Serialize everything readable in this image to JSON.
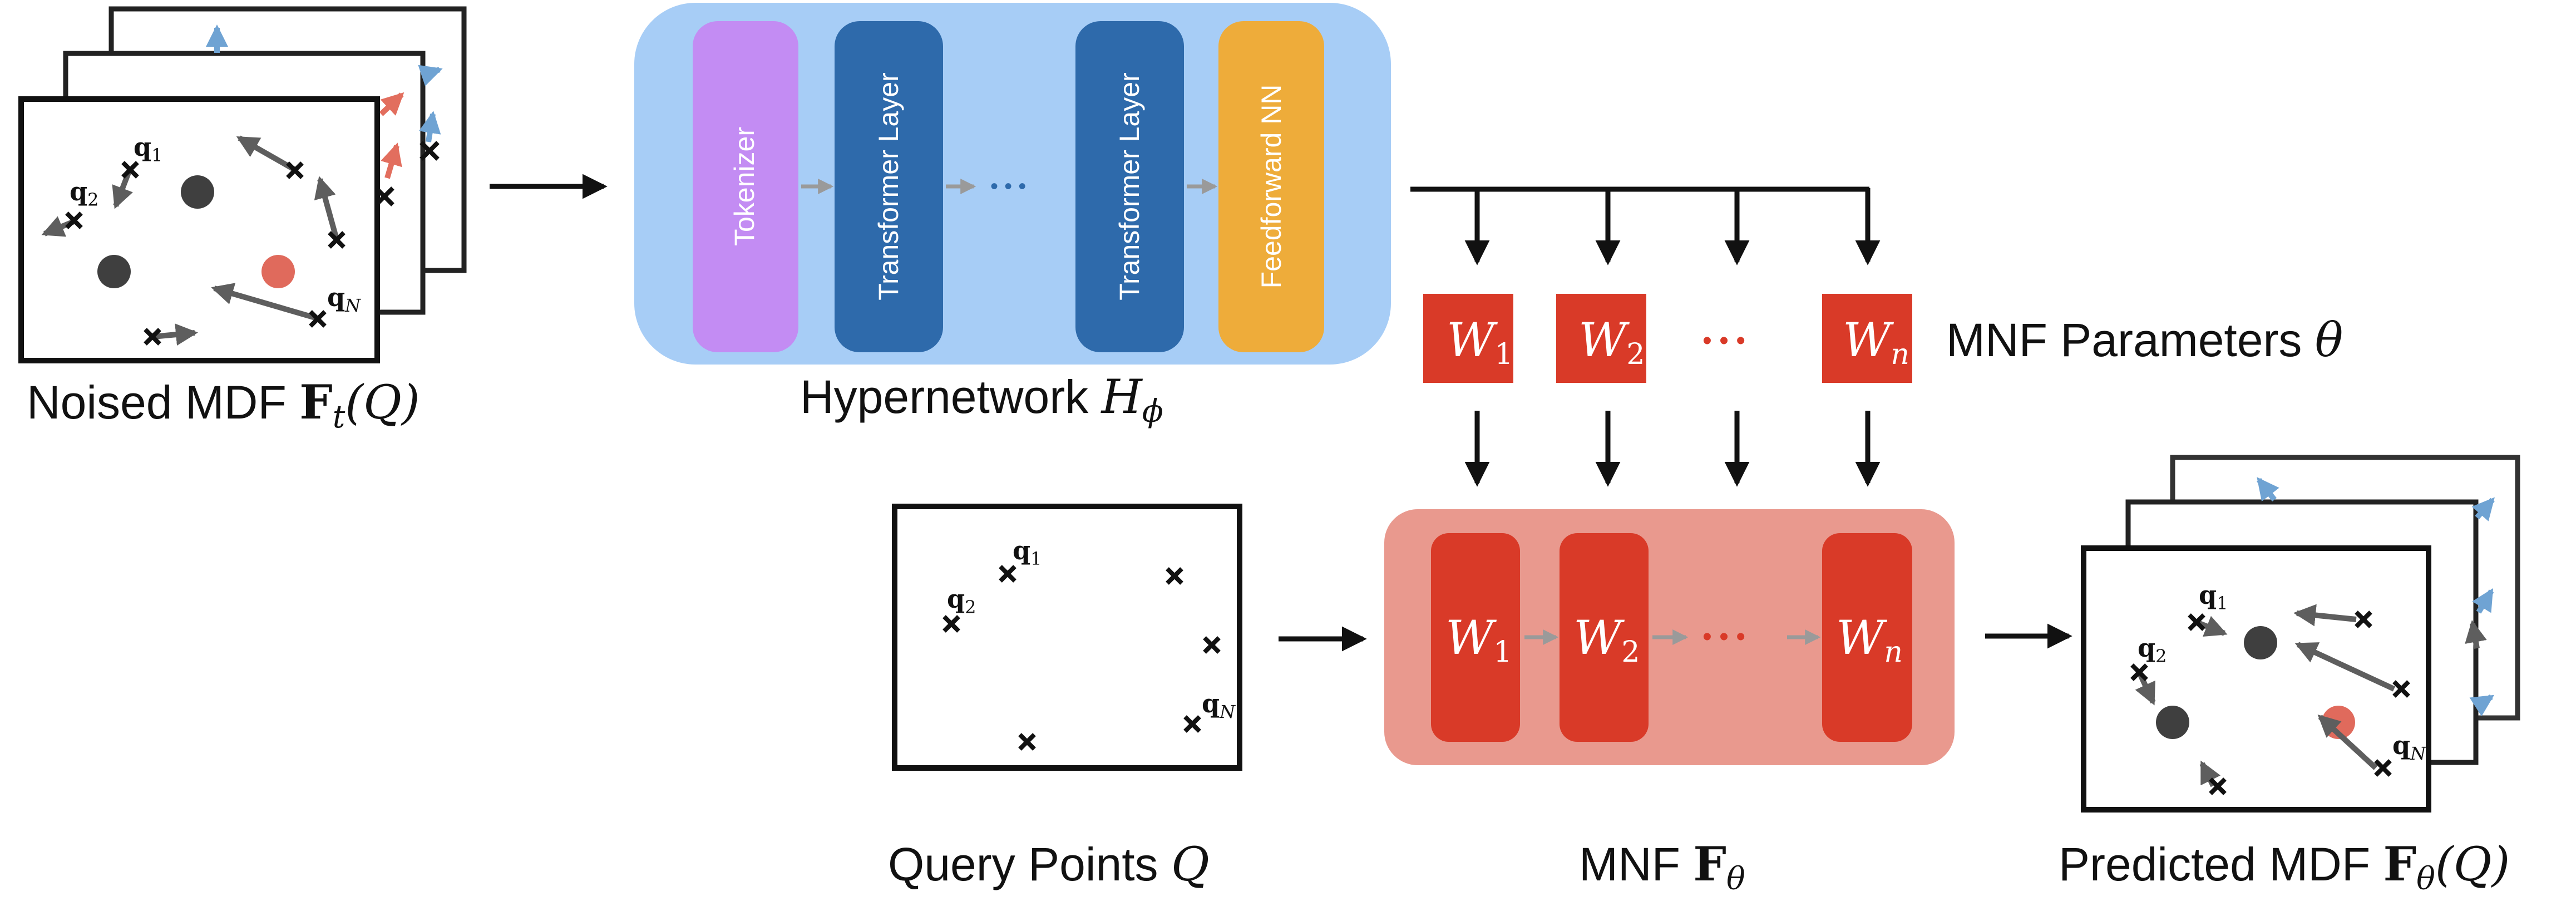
{
  "colors": {
    "hypernetwork_bg": "#a7cdf6",
    "tokenizer": "#c38cf3",
    "transformer": "#2e6aab",
    "feedforward": "#eeac3a",
    "weight_block": "#d93a28",
    "mnf_bg": "#e9998e",
    "frame": "#222222",
    "arrow": "#111111",
    "inner_arrow": "#9a9a9a",
    "gray_vector": "#5e5e5e",
    "blue_vector": "#6fa3d3",
    "red_vector": "#e26e5e",
    "dark_point": "#3f3f3f",
    "red_point": "#e06a5c"
  },
  "labels": {
    "noised_mdf_text": "Noised MDF ",
    "noised_mdf_symbol": "F",
    "noised_mdf_sub": "t",
    "noised_mdf_arg": "(Q)",
    "hypernetwork_text": "Hypernetwork ",
    "hypernetwork_symbol": "H",
    "hypernetwork_sub": "ϕ",
    "mnf_params_text": "MNF Parameters ",
    "mnf_params_symbol": "θ",
    "query_points_text": "Query Points ",
    "query_points_symbol": "Q",
    "mnf_text": "MNF ",
    "mnf_symbol": "F",
    "mnf_sub": "θ",
    "predicted_mdf_text": "Predicted MDF ",
    "predicted_mdf_symbol": "F",
    "predicted_mdf_sub": "θ",
    "predicted_mdf_arg": "(Q)"
  },
  "hypernetwork_blocks": {
    "tokenizer": "Tokenizer",
    "transformer_1": "Transformer Layer",
    "transformer_2": "Transformer Layer",
    "feedforward": "Feedforward NN",
    "ellipsis": "• • •"
  },
  "weights": {
    "symbol": "W",
    "sub_1": "1",
    "sub_2": "2",
    "sub_n": "n",
    "ellipsis": "• • •"
  },
  "point_labels": {
    "q": "q",
    "sub_1": "1",
    "sub_2": "2",
    "sub_N": "N"
  }
}
